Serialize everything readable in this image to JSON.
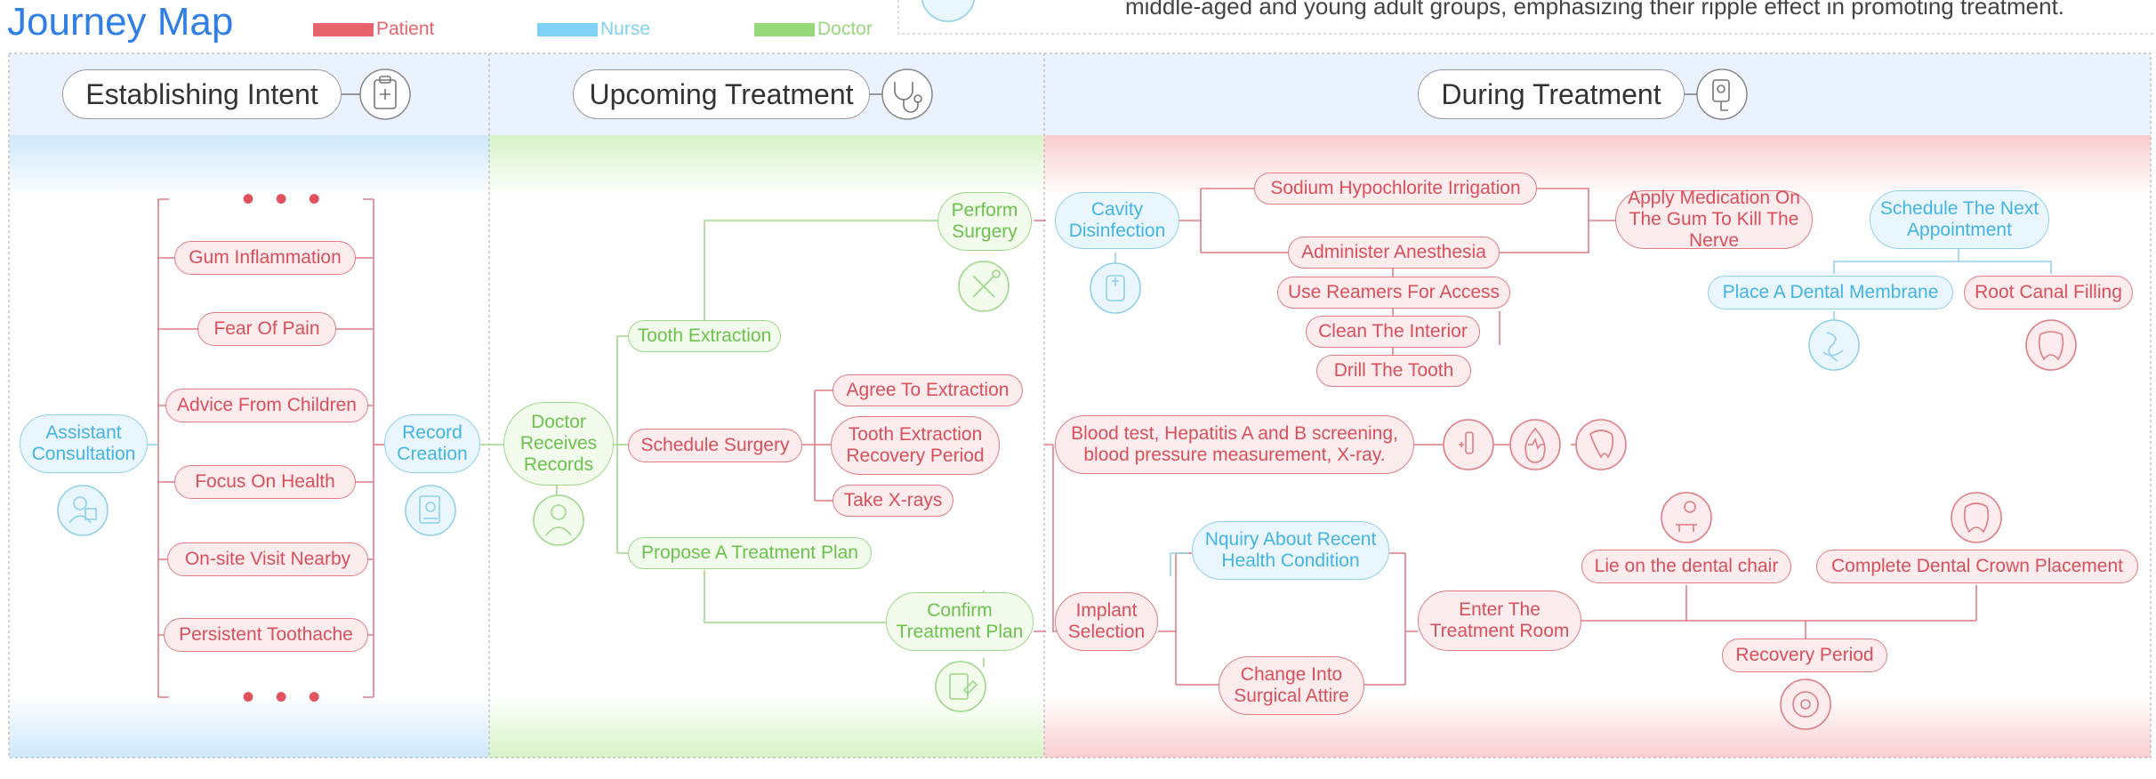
{
  "header": {
    "title": "Journey Map",
    "description": "middle-aged and young adult groups, emphasizing their ripple effect in promoting treatment."
  },
  "legend": [
    {
      "label": "Patient",
      "color": "#e8656d"
    },
    {
      "label": "Nurse",
      "color": "#7fd0f5"
    },
    {
      "label": "Doctor",
      "color": "#95d97a"
    }
  ],
  "colors": {
    "patient": "#e07c84",
    "nurse": "#8fd0ec",
    "doctor": "#9ed88a",
    "header_band": "#eaf3fd"
  },
  "stages": [
    {
      "label": "Establishing Intent",
      "icon": "clipboard-medical-icon"
    },
    {
      "label": "Upcoming Treatment",
      "icon": "stethoscope-icon"
    },
    {
      "label": "During Treatment",
      "icon": "dental-device-icon"
    }
  ],
  "intent": {
    "more": "• • •",
    "factors": [
      "Gum Inflammation",
      "Fear Of Pain",
      "Advice From Children",
      "Focus On Health",
      "On-site Visit Nearby",
      "Persistent Toothache"
    ],
    "consultation": "Assistant Consultation",
    "record": "Record Creation"
  },
  "upcoming": {
    "doctor_receives": "Doctor Receives Records",
    "tooth_extraction": "Tooth Extraction",
    "schedule_surgery": "Schedule Surgery",
    "propose_plan": "Propose A Treatment Plan",
    "perform_surgery": "Perform Surgery",
    "agree_extraction": "Agree To Extraction",
    "recovery_period": "Tooth Extraction Recovery Period",
    "take_xrays": "Take X-rays",
    "confirm_plan": "Confirm Treatment Plan"
  },
  "during": {
    "cavity": "Cavity Disinfection",
    "sodium": "Sodium Hypochlorite Irrigation",
    "anesthesia": "Administer Anesthesia",
    "reamers": "Use Reamers For Access",
    "clean": "Clean The Interior",
    "drill": "Drill The Tooth",
    "apply_med": "Apply Medication On The Gum To Kill The Nerve",
    "schedule_next": "Schedule The Next Appointment",
    "membrane": "Place A Dental Membrane",
    "root_canal": "Root Canal Filling",
    "blood_test": "Blood test, Hepatitis A and B screening, blood pressure measurement, X-ray.",
    "implant": "Implant Selection",
    "inquiry": "Nquiry About Recent Health Condition",
    "attire": "Change Into Surgical Attire",
    "enter_room": "Enter The Treatment Room",
    "dental_chair": "Lie on the dental chair",
    "crown": "Complete Dental Crown Placement",
    "recovery": "Recovery Period"
  }
}
